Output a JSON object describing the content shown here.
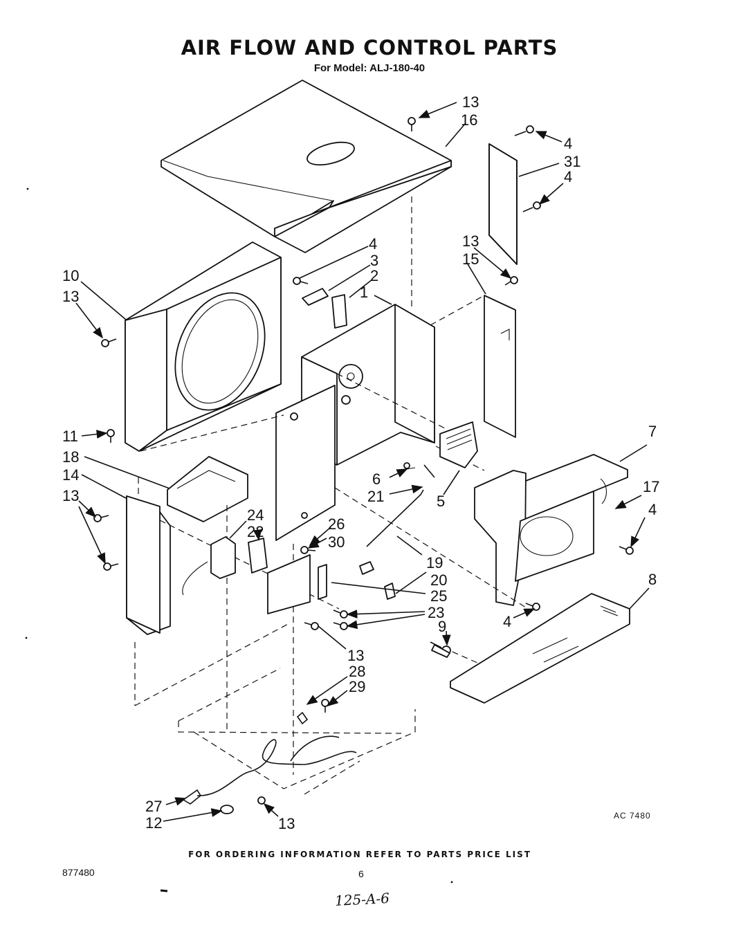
{
  "title": "AIR FLOW AND CONTROL PARTS",
  "subtitle": "For Model: ALJ-180-40",
  "footer": "FOR ORDERING INFORMATION REFER TO PARTS PRICE LIST",
  "doc_number": "877480",
  "page_number": "6",
  "ref_code": "AC 7480",
  "handwritten_note": "125-A-6",
  "callouts": [
    "13",
    "16",
    "4",
    "31",
    "4",
    "13",
    "15",
    "4",
    "3",
    "2",
    "1",
    "10",
    "13",
    "11",
    "18",
    "14",
    "13",
    "24",
    "22",
    "26",
    "30",
    "6",
    "21",
    "5",
    "19",
    "20",
    "25",
    "23",
    "13",
    "7",
    "17",
    "4",
    "8",
    "4",
    "9",
    "28",
    "29",
    "27",
    "12",
    "13"
  ]
}
